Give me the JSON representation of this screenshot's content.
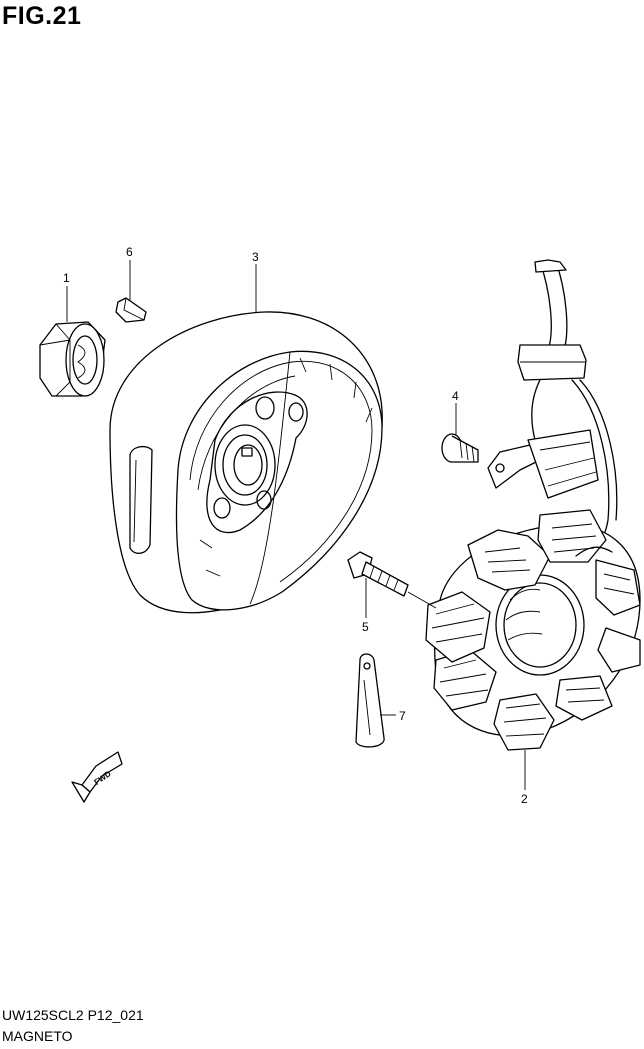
{
  "figure": {
    "title": "FIG.21",
    "code": "UW125SCL2 P12_021",
    "name": "MAGNETO"
  },
  "callouts": [
    {
      "label": "1",
      "part": "flywheel nut"
    },
    {
      "label": "2",
      "part": "stator"
    },
    {
      "label": "3",
      "part": "rotor"
    },
    {
      "label": "4",
      "part": "screw"
    },
    {
      "label": "5",
      "part": "bolt"
    },
    {
      "label": "6",
      "part": "key"
    },
    {
      "label": "7",
      "part": "clamp"
    }
  ],
  "fwd_arrow": {
    "label": "FWD"
  },
  "colors": {
    "ink": "#000000",
    "paper": "#ffffff"
  }
}
